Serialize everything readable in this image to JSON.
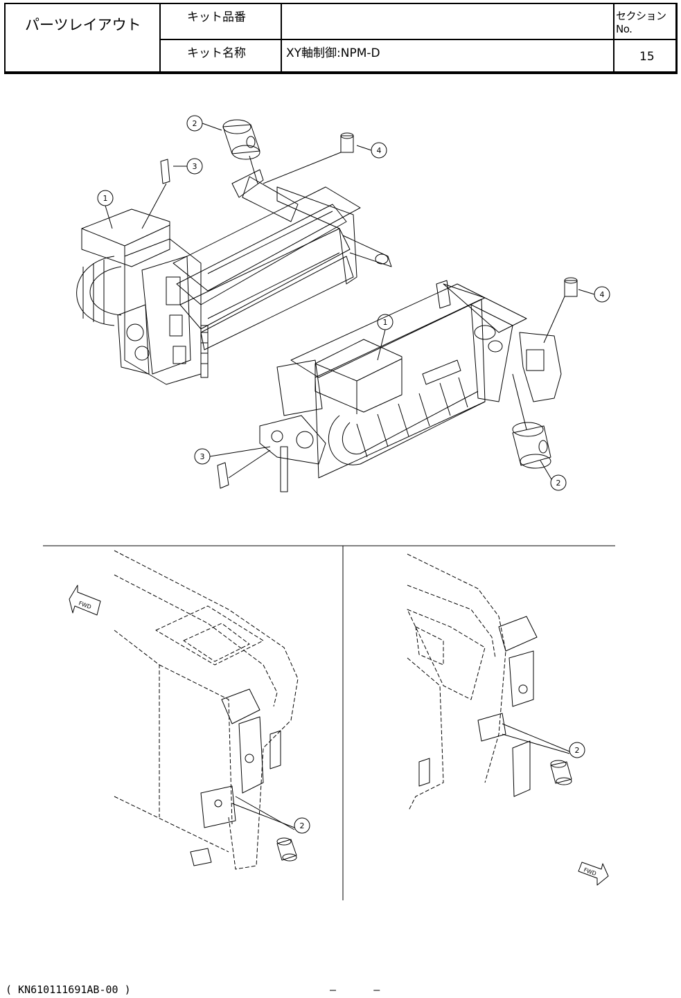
{
  "header": {
    "sheet_title": "パーツレイアウト",
    "kit_number_label": "キット品番",
    "kit_number_value": "",
    "kit_name_label": "キット名称",
    "kit_name_value": "XY軸制御:NPM-D",
    "section_label": "セクションNo.",
    "section_value": "15"
  },
  "callouts": {
    "top_left": [
      "1",
      "2",
      "3",
      "4"
    ],
    "top_right": [
      "1",
      "2",
      "3",
      "4"
    ],
    "bottom_left": [
      "2"
    ],
    "bottom_right": [
      "2"
    ]
  },
  "direction_tags": {
    "left": "FWD",
    "right": "FWD"
  },
  "footer": {
    "document_code": "( KN610111691AB-00 )",
    "page_marker": "–      –"
  },
  "colors": {
    "line": "#000000",
    "background": "#ffffff"
  }
}
